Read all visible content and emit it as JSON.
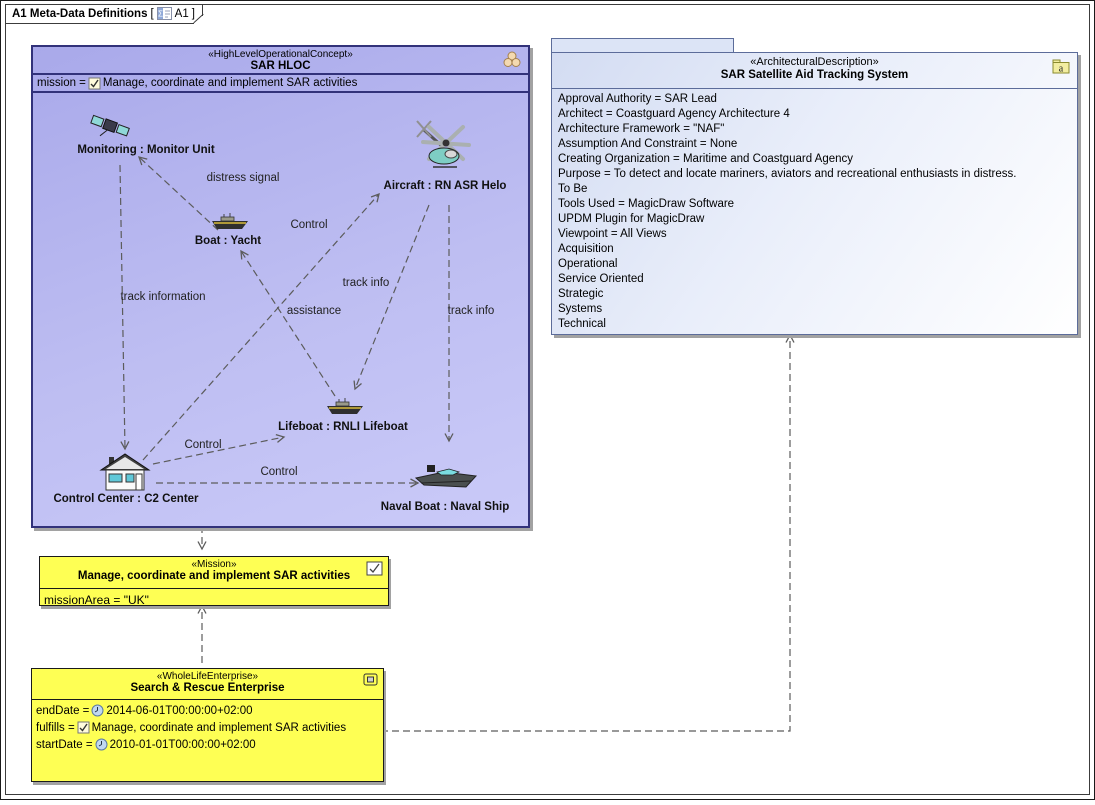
{
  "colors": {
    "hloc_fill": "#b8b8ee",
    "hloc_border": "#32327a",
    "arch_fill": "#dce4f6",
    "arch_border": "#5c6c9a",
    "yellow_fill": "#feff54",
    "yellow_border": "#1a1a1a",
    "connector": "#5c5c5c",
    "shadow": "#a2a2a2"
  },
  "frame": {
    "title": "A1 Meta-Data Definitions",
    "open_bracket": "[",
    "diagram_code": "A1",
    "close_bracket": "]"
  },
  "hloc": {
    "stereotype": "«HighLevelOperationalConcept»",
    "name": "SAR HLOC",
    "attributes": [
      {
        "label": "mission = ",
        "value": "Manage, coordinate and implement SAR activities"
      }
    ],
    "nodes": [
      {
        "id": "monitoring",
        "label": "Monitoring : Monitor Unit"
      },
      {
        "id": "aircraft",
        "label": "Aircraft : RN ASR Helo"
      },
      {
        "id": "boat",
        "label": "Boat : Yacht"
      },
      {
        "id": "lifeboat",
        "label": "Lifeboat : RNLI Lifeboat"
      },
      {
        "id": "control-center",
        "label": "Control Center : C2 Center"
      },
      {
        "id": "naval-boat",
        "label": "Naval Boat : Naval Ship"
      }
    ],
    "edges": [
      {
        "from": "boat",
        "to": "monitoring",
        "label": "distress signal"
      },
      {
        "from": "monitoring",
        "to": "control-center",
        "label": "track information"
      },
      {
        "from": "control-center",
        "to": "aircraft",
        "label": "Control"
      },
      {
        "from": "lifeboat",
        "to": "boat",
        "label": "assistance"
      },
      {
        "from": "aircraft",
        "to": "lifeboat",
        "label": "track info"
      },
      {
        "from": "aircraft",
        "to": "naval-boat",
        "label": "track info"
      },
      {
        "from": "control-center",
        "to": "lifeboat",
        "label": "Control"
      },
      {
        "from": "control-center",
        "to": "naval-boat",
        "label": "Control"
      }
    ]
  },
  "arch": {
    "stereotype": "«ArchitecturalDescription»",
    "name": "SAR Satellite Aid Tracking System",
    "lines": [
      "Approval Authority = SAR Lead",
      "Architect = Coastguard Agency Architecture 4",
      "Architecture Framework = \"NAF\"",
      "Assumption And Constraint = None",
      "Creating Organization = Maritime and Coastguard Agency",
      "Purpose = To detect and locate mariners, aviators and recreational enthusiasts in distress.",
      "To Be",
      "Tools Used = MagicDraw Software",
      "UPDM Plugin for MagicDraw",
      "Viewpoint = All Views",
      "Acquisition",
      "Operational",
      "Service Oriented",
      "Strategic",
      "Systems",
      "Technical"
    ]
  },
  "mission": {
    "stereotype": "«Mission»",
    "name": "Manage, coordinate and implement SAR activities",
    "attributes": [
      {
        "label": "missionArea = \"UK\""
      }
    ]
  },
  "enterprise": {
    "stereotype": "«WholeLifeEnterprise»",
    "name": "Search & Rescue Enterprise",
    "attributes": [
      {
        "label": "endDate = ",
        "icon": "clock-icon",
        "value": "2014-06-01T00:00:00+02:00"
      },
      {
        "label": "fulfills = ",
        "icon": "checkbox-icon",
        "value": "Manage, coordinate and implement SAR activities"
      },
      {
        "label": "startDate = ",
        "icon": "clock-icon",
        "value": "2010-01-01T00:00:00+02:00"
      }
    ]
  }
}
